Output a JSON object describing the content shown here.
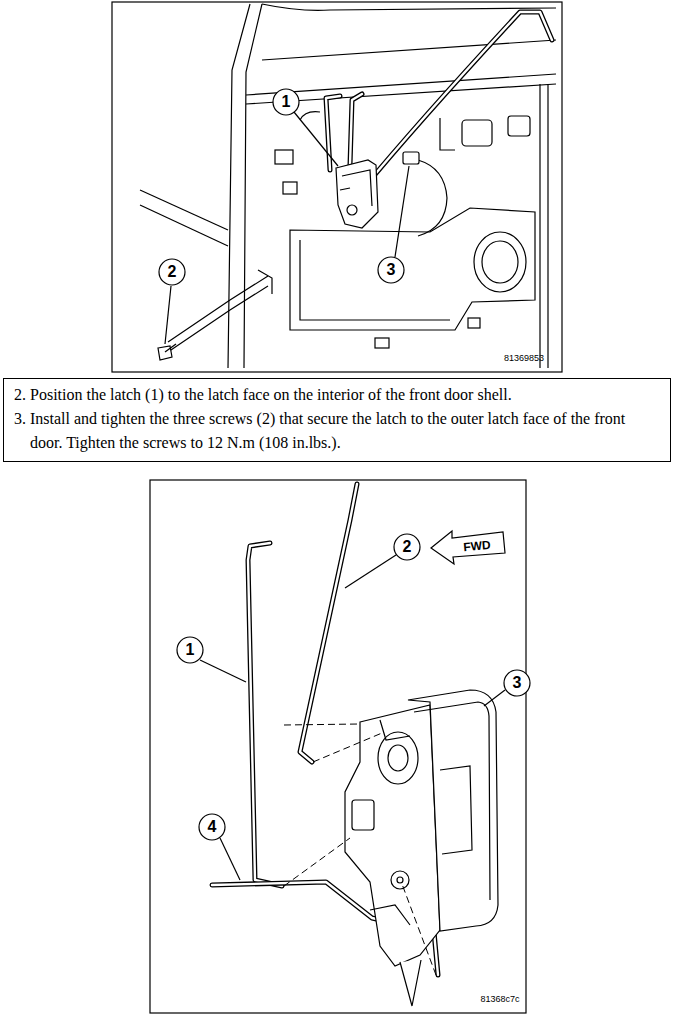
{
  "diagram": {
    "nodes": [
      {
        "text": [
          "2. Position the latch (1) to the latch face on the interior of the front door shell.",
          "3. Install and tighten the three screws (2) that secure the latch to the outer latch face of the front door. Tighten the screws to 12 N.m (108 in.lbs.)."
        ]
      }
    ],
    "labels": [
      "1",
      "2",
      "3",
      "81369853",
      "FWD",
      "1",
      "2",
      "3",
      "4",
      "81368c7c"
    ]
  }
}
